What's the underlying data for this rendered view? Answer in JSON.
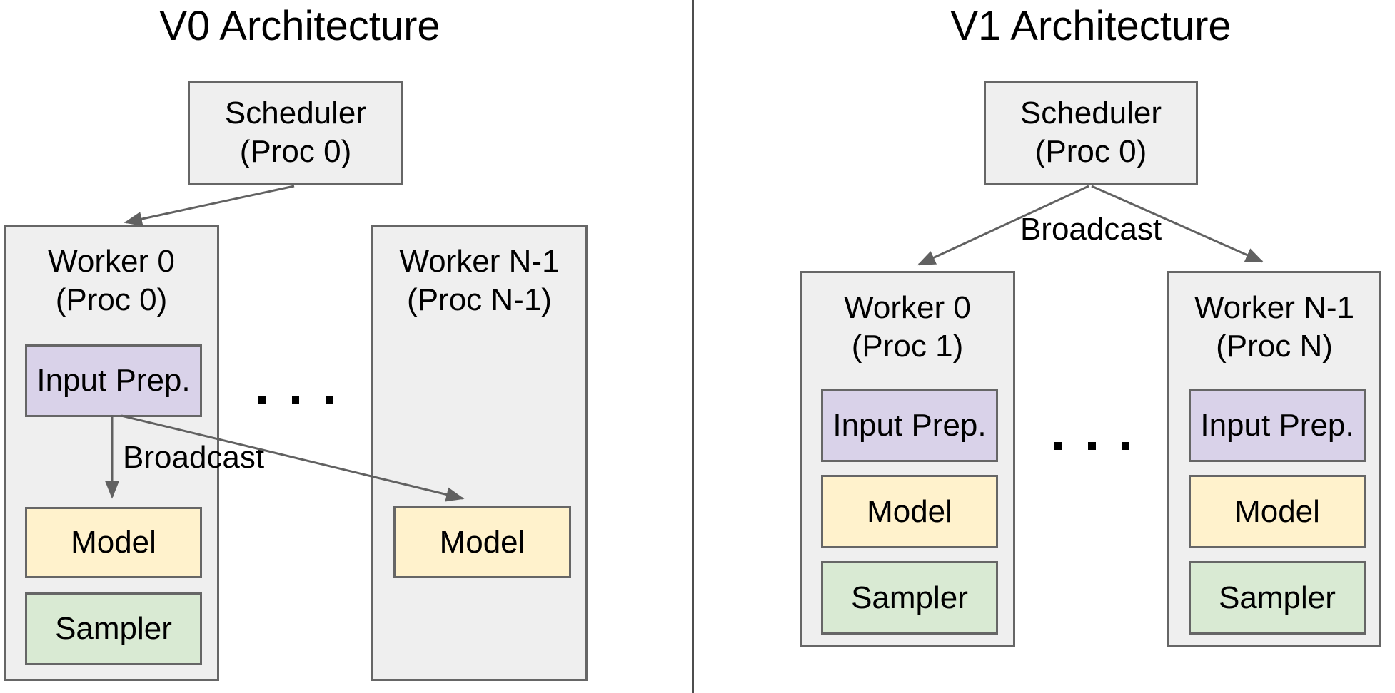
{
  "left": {
    "title": "V0 Architecture",
    "scheduler": {
      "line1": "Scheduler",
      "line2": "(Proc 0)"
    },
    "worker0": {
      "line1": "Worker 0",
      "line2": "(Proc 0)",
      "input_prep": "Input Prep.",
      "model": "Model",
      "sampler": "Sampler"
    },
    "worker_n": {
      "line1": "Worker N-1",
      "line2": "(Proc N-1)",
      "model": "Model"
    },
    "broadcast_label": "Broadcast",
    "dots": ". . ."
  },
  "right": {
    "title": "V1 Architecture",
    "scheduler": {
      "line1": "Scheduler",
      "line2": "(Proc 0)"
    },
    "broadcast_label": "Broadcast",
    "worker0": {
      "line1": "Worker 0",
      "line2": "(Proc 1)",
      "input_prep": "Input Prep.",
      "model": "Model",
      "sampler": "Sampler"
    },
    "worker_n": {
      "line1": "Worker N-1",
      "line2": "(Proc N)",
      "input_prep": "Input Prep.",
      "model": "Model",
      "sampler": "Sampler"
    },
    "dots": ". . ."
  },
  "colors": {
    "bg": "#ffffff",
    "container_fill": "#efefef",
    "border": "#666666",
    "line": "#616161",
    "divider": "#4d4d4d",
    "input_prep_fill": "#d9d2e9",
    "model_fill": "#fff2cc",
    "sampler_fill": "#d9ead3",
    "text": "#000000"
  }
}
